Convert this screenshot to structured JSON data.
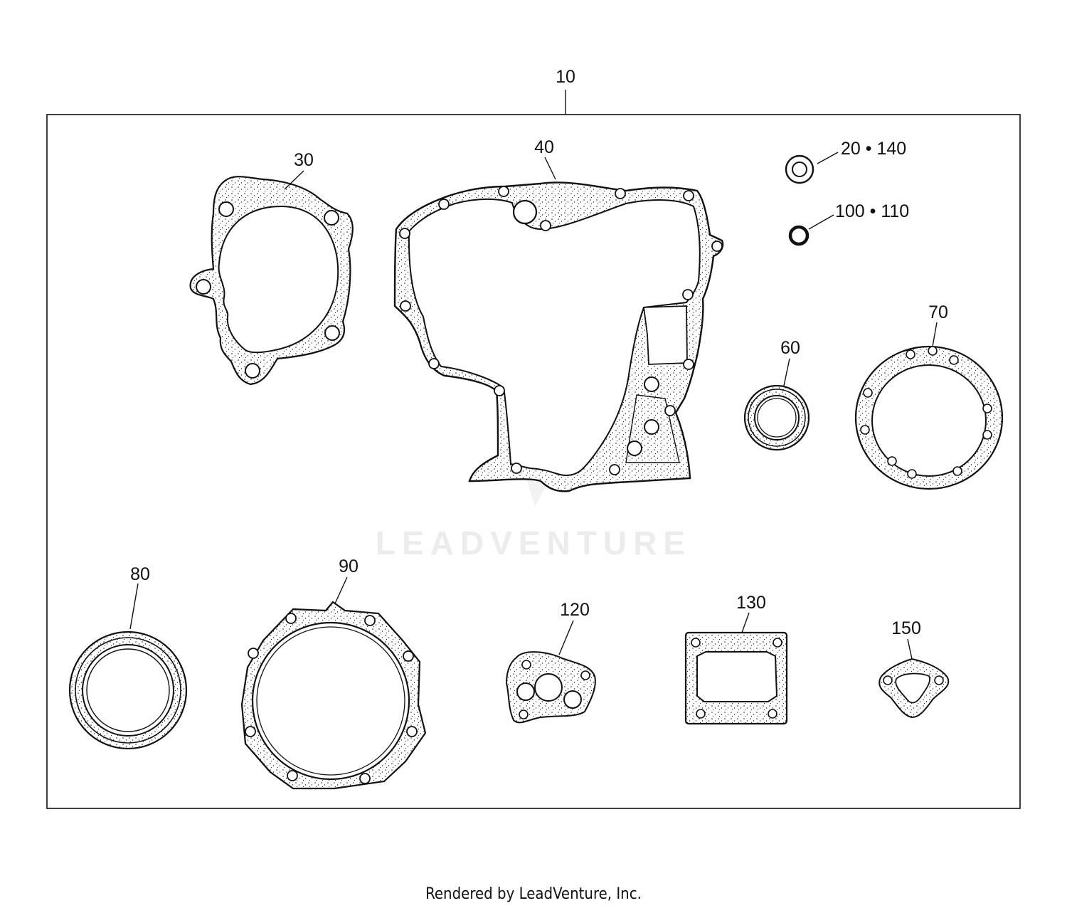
{
  "callouts": {
    "c10": "10",
    "c30": "30",
    "c40": "40",
    "c20": "20 • 140",
    "c100": "100 • 110",
    "c60": "60",
    "c70": "70",
    "c80": "80",
    "c90": "90",
    "c120": "120",
    "c130": "130",
    "c150": "150"
  },
  "watermark": "LEADVENTURE",
  "footer": "Rendered by LeadVenture, Inc."
}
